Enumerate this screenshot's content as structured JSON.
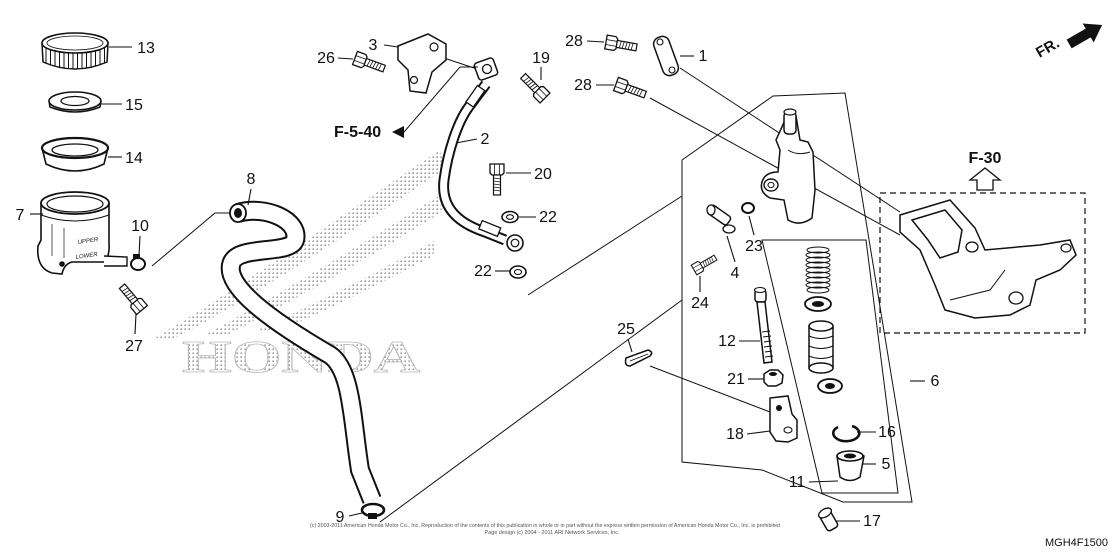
{
  "diagram": {
    "direction_label": "FR.",
    "code": "MGH4F1500",
    "refs": {
      "hose_ref": "F-5-40",
      "bracket_ref": "F-30"
    },
    "reservoir_marks": {
      "upper": "UPPER",
      "lower": "LOWER"
    },
    "watermark": "HONDA",
    "copyright": [
      "(c) 2003-2011 American Honda Motor Co., Inc. Reproduction of the contents of this publication in whole or in part without the express written permission of American Honda Motor Co., Inc. is prohibited",
      "Page design (c) 2004 - 2011 ARI Network Services, Inc."
    ],
    "callouts": [
      "13",
      "15",
      "14",
      "7",
      "10",
      "27",
      "8",
      "9",
      "3",
      "26",
      "19",
      "28",
      "1",
      "28",
      "2",
      "20",
      "22",
      "22",
      "4",
      "23",
      "24",
      "25",
      "12",
      "21",
      "18",
      "6",
      "16",
      "5",
      "11",
      "17"
    ]
  }
}
